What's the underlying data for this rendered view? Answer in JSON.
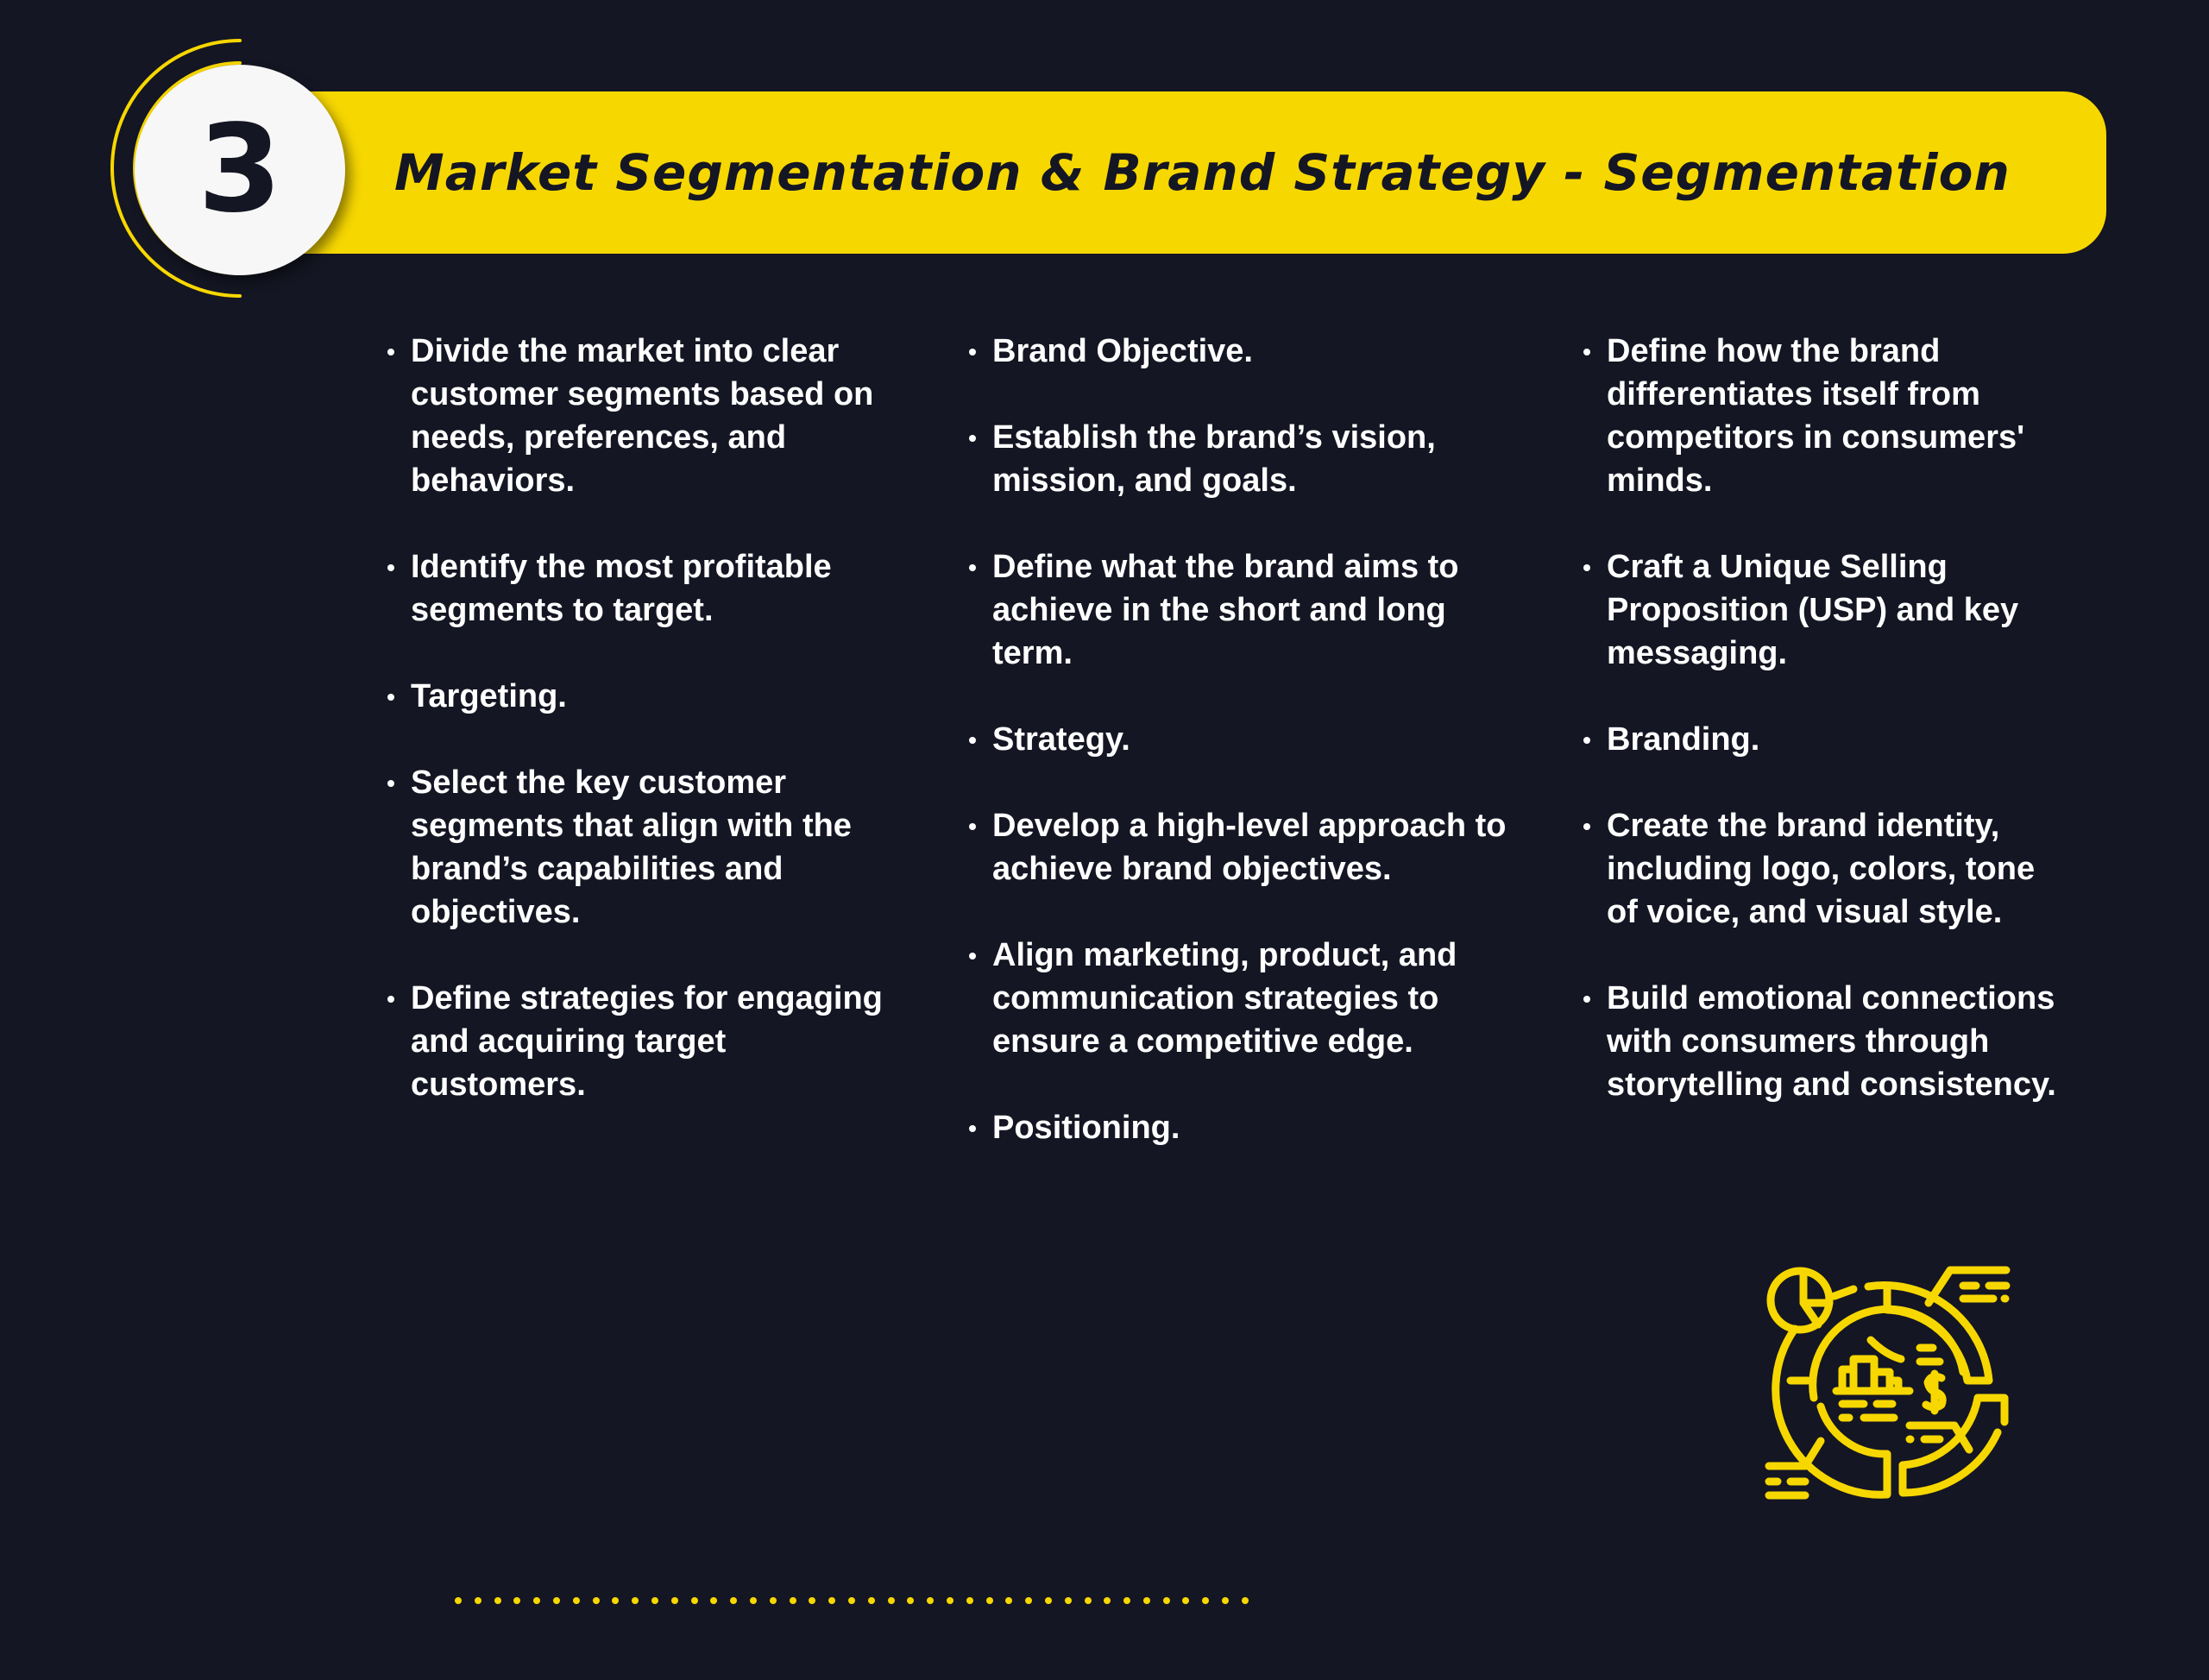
{
  "header": {
    "number": "3",
    "title": "Market Segmentation & Brand Strategy - Segmentation"
  },
  "columns": [
    {
      "items": [
        "Divide the market into clear customer segments based on needs, preferences, and behaviors.",
        "Identify the most profitable segments to target.",
        "Targeting.",
        "Select the key customer segments that align with the brand’s capabilities and objectives.",
        "Define strategies for engaging and acquiring target customers."
      ]
    },
    {
      "items": [
        "Brand Objective.",
        "Establish the brand’s vision, mission, and goals.",
        "Define what the brand aims to achieve in the short and long term.",
        "Strategy.",
        "Develop a high-level approach to achieve brand objectives.",
        "Align marketing, product, and communication strategies to ensure a competitive edge.",
        "Positioning."
      ]
    },
    {
      "items": [
        "Define how the brand differentiates itself from competitors in consumers' minds.",
        "Craft a Unique Selling Proposition (USP) and key messaging.",
        "Branding.",
        "Create the brand identity, including logo, colors, tone of voice, and visual style.",
        "Build emotional connections with consumers through storytelling and consistency."
      ]
    }
  ],
  "decor": {
    "icon": "market-analysis-icon",
    "accent": "#f7d700",
    "background": "#141623",
    "dot_count": 41
  }
}
